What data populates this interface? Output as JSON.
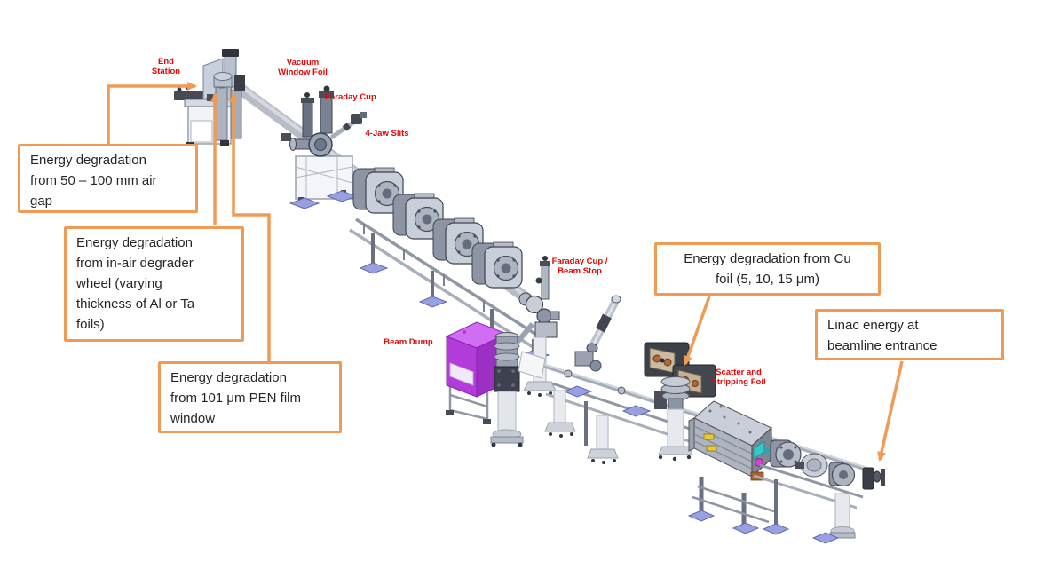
{
  "title": "Beamline energy degradation annotated diagram",
  "colors": {
    "callout_border": "#EF9B55",
    "callout_text": "#262626",
    "equipment_label_red": "#E60505",
    "connector_orange": "#EF9B55",
    "beam_pipe_gray": "#B7BCC6",
    "beam_dump_purple": "#B13CDA",
    "base_pad_blue": "#98A0DE",
    "background": "#FFFFFF"
  },
  "equipment_labels": [
    {
      "id": "end-station",
      "text": "End\nStation"
    },
    {
      "id": "vacuum-window-foil",
      "text": "Vacuum\nWindow Foil"
    },
    {
      "id": "faraday-cup",
      "text": "Faraday Cup"
    },
    {
      "id": "four-jaw-slits",
      "text": "4-Jaw Slits"
    },
    {
      "id": "faraday-cup-beam-stop",
      "text": "Faraday Cup /\nBeam Stop"
    },
    {
      "id": "beam-dump",
      "text": "Beam Dump"
    },
    {
      "id": "scatter-stripping-foil",
      "text": "Scatter and\nStripping Foil"
    }
  ],
  "callouts": [
    {
      "id": "air-gap",
      "text": "Energy degradation\nfrom 50 – 100 mm air\ngap"
    },
    {
      "id": "degrader-wheel",
      "text": "Energy degradation\nfrom in-air degrader\nwheel (varying\nthickness of Al or Ta\nfoils)"
    },
    {
      "id": "pen-film-window",
      "text": "Energy degradation\nfrom 101 μm PEN film\nwindow"
    },
    {
      "id": "cu-foil",
      "text": "Energy degradation from Cu\nfoil (5, 10, 15 μm)"
    },
    {
      "id": "linac-energy",
      "text": "Linac energy at\nbeamline entrance"
    }
  ]
}
